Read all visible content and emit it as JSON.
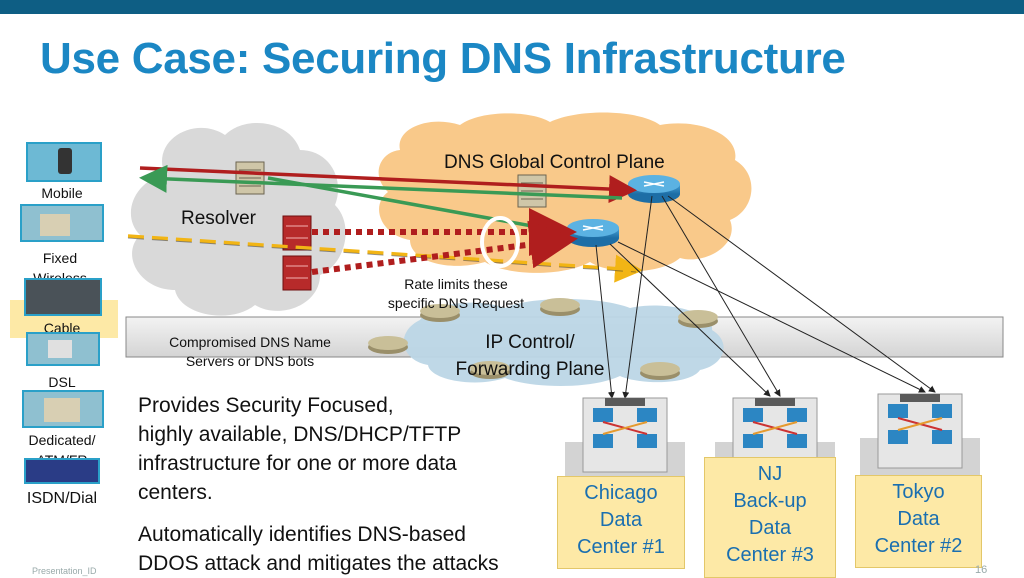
{
  "slide": {
    "title": "Use Case: Securing DNS Infrastructure",
    "colors": {
      "title": "#1b87c4",
      "topbar": "#0e5e84",
      "cloud_resolver": "#d9d9d9",
      "cloud_global": "#f9c98a",
      "dc_box": "#fde9a6",
      "dc_text": "#1a6fb0"
    }
  },
  "access": [
    {
      "label": "Mobile",
      "icon": "mobile-phone-icon"
    },
    {
      "label": "Fixed\nWireless",
      "icon": "wireless-building-icon"
    },
    {
      "label": "Cable",
      "icon": "cable-icon"
    },
    {
      "label": "DSL",
      "icon": "dsl-icon"
    },
    {
      "label": "Dedicated/\nATM/FR",
      "icon": "building-icon"
    },
    {
      "label": "ISDN/Dial",
      "icon": "isdn-icon"
    }
  ],
  "diagram": {
    "resolver_label": "Resolver",
    "global_plane_label": "DNS Global Control Plane",
    "ip_plane_label": "IP Control/\nForwarding Plane",
    "rate_limit_label": "Rate limits these\nspecific DNS Request",
    "compromised_label": "Compromised DNS Name\nServers or DNS bots"
  },
  "datacenters": [
    {
      "label": "Chicago\nData\nCenter #1"
    },
    {
      "label": "NJ\nBack-up\nData\nCenter #3"
    },
    {
      "label": "Tokyo\nData\nCenter #2"
    }
  ],
  "body": {
    "para1": "Provides Security Focused,\nhighly available, DNS/DHCP/TFTP\ninfrastructure for one or more data\ncenters.",
    "para2": "Automatically identifies DNS-based\nDDOS attack and mitigates the attacks"
  },
  "footer": {
    "left": "Presentation_ID",
    "page": "16"
  }
}
